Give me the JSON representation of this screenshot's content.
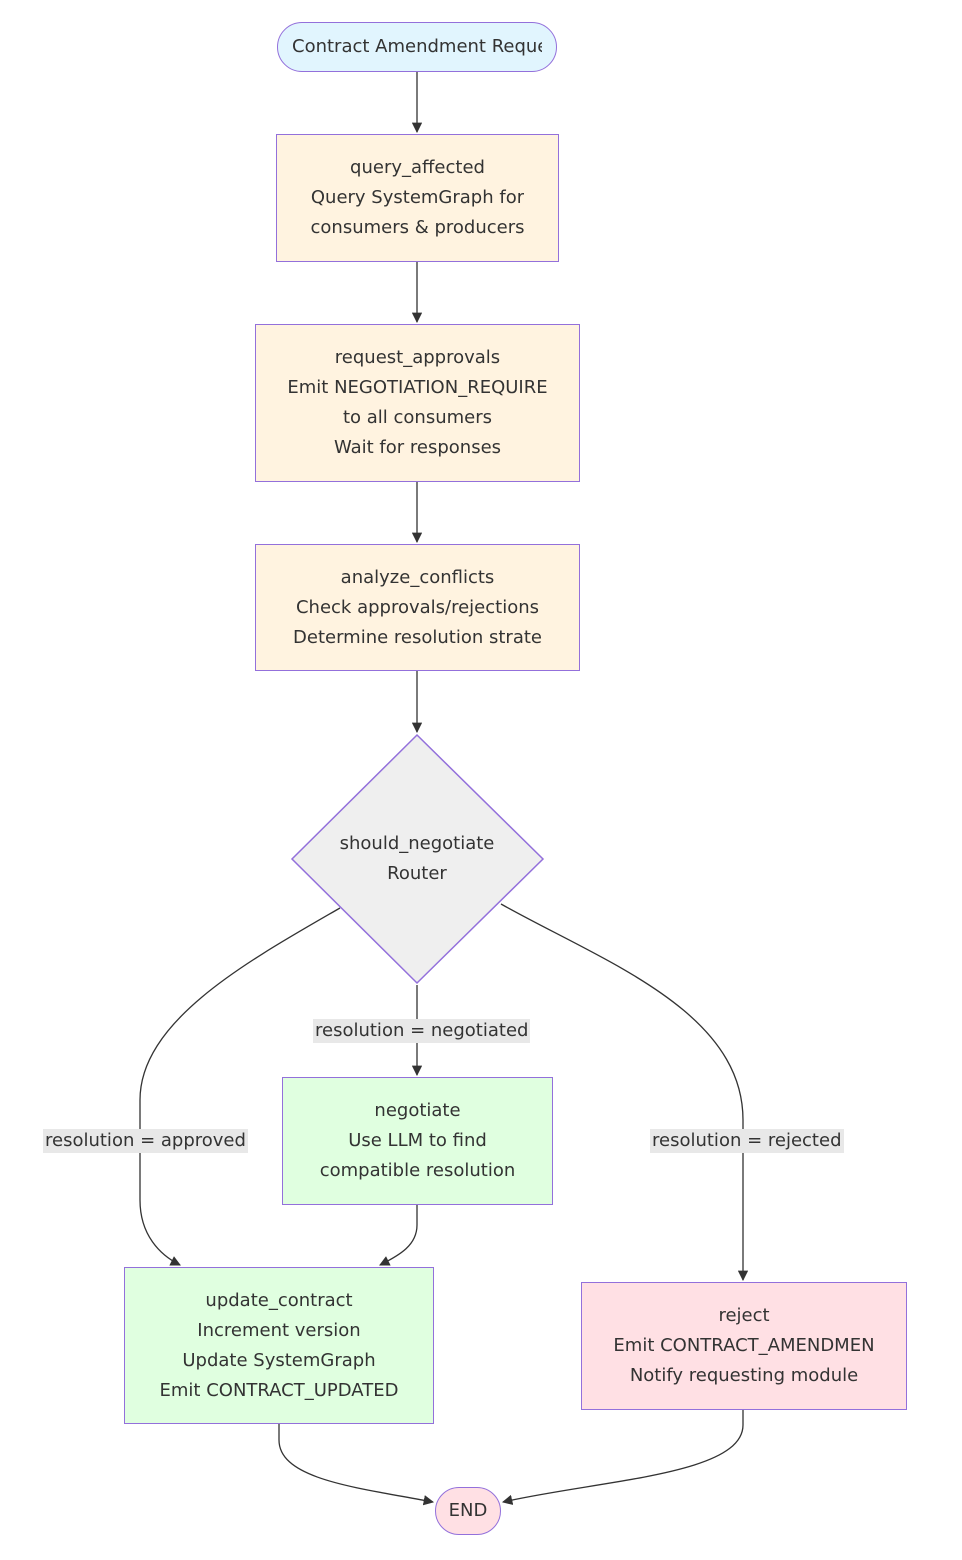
{
  "nodes": {
    "start": {
      "label": "Contract Amendment Reque"
    },
    "query_affected": {
      "lines": [
        "query_affected",
        "Query SystemGraph for",
        "consumers & producers"
      ]
    },
    "request_approvals": {
      "lines": [
        "request_approvals",
        "Emit NEGOTIATION_REQUIRE",
        "to all consumers",
        "Wait for responses"
      ]
    },
    "analyze_conflicts": {
      "lines": [
        "analyze_conflicts",
        "Check approvals/rejections",
        "Determine resolution strate"
      ]
    },
    "should_negotiate": {
      "lines": [
        "should_negotiate",
        "Router"
      ]
    },
    "negotiate": {
      "lines": [
        "negotiate",
        "Use LLM to find",
        "compatible resolution"
      ]
    },
    "update_contract": {
      "lines": [
        "update_contract",
        "Increment version",
        "Update SystemGraph",
        "Emit CONTRACT_UPDATED"
      ]
    },
    "reject": {
      "lines": [
        "reject",
        "Emit CONTRACT_AMENDMEN",
        "Notify requesting module"
      ]
    },
    "end": {
      "label": "END"
    }
  },
  "edge_labels": {
    "negotiated": "resolution = negotiated",
    "approved": "resolution = approved",
    "rejected": "resolution = rejected"
  },
  "colors": {
    "border": "#9370DB",
    "process_fill": "#FFF3E0",
    "success_fill": "#E0FFE0",
    "fail_fill": "#FFE0E4",
    "start_fill": "#E1F5FE",
    "decision_fill": "#EFEFEF",
    "edge": "#333333",
    "edge_label_bg": "#E8E8E8"
  }
}
